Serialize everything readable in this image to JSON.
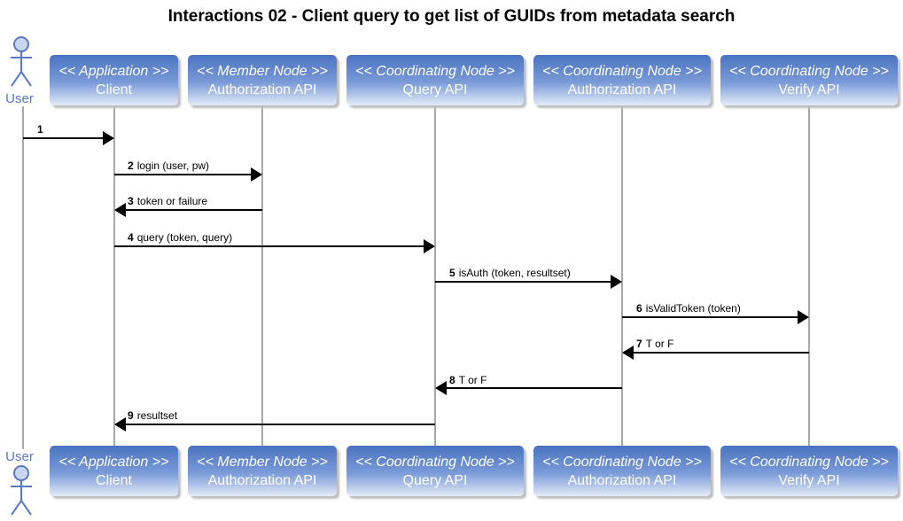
{
  "title": "Interactions 02 - Client query to get list of GUIDs from metadata search",
  "actor": {
    "name": "User"
  },
  "participants": [
    {
      "stereotype": "<< Application >>",
      "name": "Client"
    },
    {
      "stereotype": "<< Member Node >>",
      "name": "Authorization API"
    },
    {
      "stereotype": "<< Coordinating Node >>",
      "name": "Query API"
    },
    {
      "stereotype": "<< Coordinating Node >>",
      "name": "Authorization API"
    },
    {
      "stereotype": "<< Coordinating Node >>",
      "name": "Verify API"
    }
  ],
  "messages": [
    {
      "num": "1",
      "label": "",
      "from": "User",
      "to": "Client"
    },
    {
      "num": "2",
      "label": "login (user, pw)",
      "from": "Client",
      "to": "Member Node Authorization API"
    },
    {
      "num": "3",
      "label": "token or failure",
      "from": "Member Node Authorization API",
      "to": "Client"
    },
    {
      "num": "4",
      "label": "query (token, query)",
      "from": "Client",
      "to": "Query API"
    },
    {
      "num": "5",
      "label": "isAuth (token, resultset)",
      "from": "Query API",
      "to": "Coordinating Node Authorization API"
    },
    {
      "num": "6",
      "label": "isValidToken (token)",
      "from": "Coordinating Node Authorization API",
      "to": "Verify API"
    },
    {
      "num": "7",
      "label": "T or F",
      "from": "Verify API",
      "to": "Coordinating Node Authorization API"
    },
    {
      "num": "8",
      "label": "T or F",
      "from": "Coordinating Node Authorization API",
      "to": "Query API"
    },
    {
      "num": "9",
      "label": "resultset",
      "from": "Query API",
      "to": "Client"
    }
  ],
  "colors": {
    "actor": "#5b78c4",
    "lifeline": "#a8a8a8",
    "arrow": "#000000",
    "box_top": "#4a73c0",
    "box_bottom": "#e4ecf8"
  }
}
